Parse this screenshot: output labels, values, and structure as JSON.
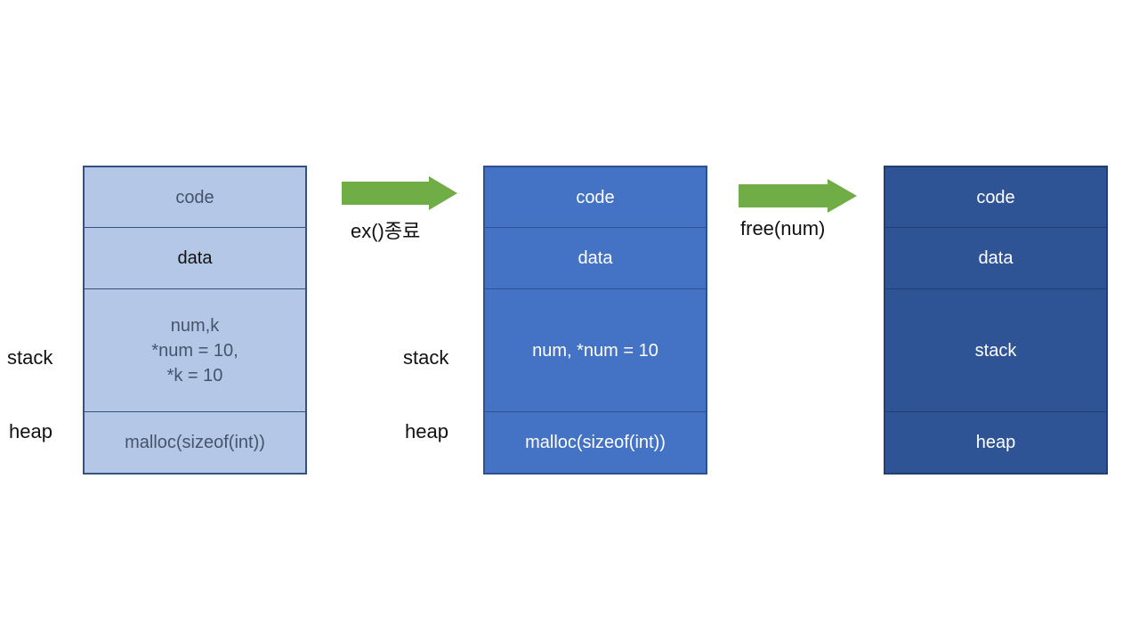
{
  "colors": {
    "background": "#ffffff",
    "stage1_fill": "#b4c7e7",
    "stage1_border": "#35517f",
    "stage1_text": "#44546a",
    "stage2_fill": "#4472c4",
    "stage2_border": "#2f528f",
    "stage3_fill": "#2f5496",
    "stage3_border": "#22406e",
    "light_text": "#ffffff",
    "arrow_fill": "#70ad47",
    "label_text": "#111111"
  },
  "stages": [
    {
      "id": "before-ex-end",
      "side_labels": {
        "stack": "stack",
        "heap": "heap"
      },
      "sections": {
        "code": "code",
        "data": "data",
        "stack_lines": [
          "num,k",
          "*num = 10,",
          "*k = 10"
        ],
        "heap": "malloc(sizeof(int))"
      }
    },
    {
      "id": "after-ex-end",
      "side_labels": {
        "stack": "stack",
        "heap": "heap"
      },
      "sections": {
        "code": "code",
        "data": "data",
        "stack": "num, *num = 10",
        "heap": "malloc(sizeof(int))"
      }
    },
    {
      "id": "after-free",
      "sections": {
        "code": "code",
        "data": "data",
        "stack": "stack",
        "heap": "heap"
      }
    }
  ],
  "arrows": [
    {
      "label": "ex()종료"
    },
    {
      "label": "free(num)"
    }
  ]
}
